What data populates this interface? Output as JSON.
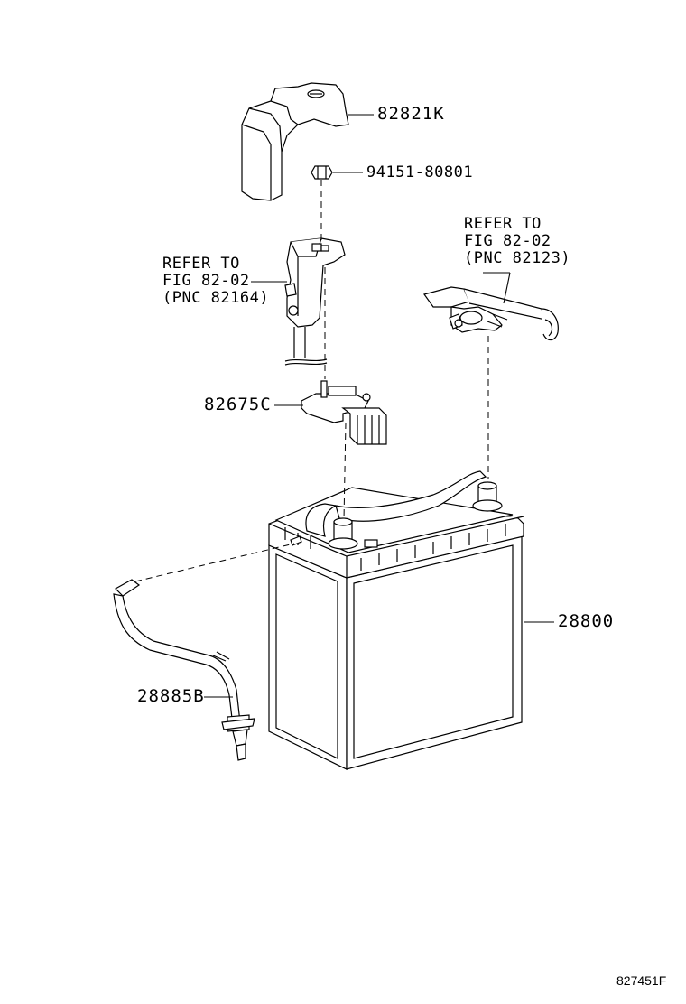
{
  "diagram_id": "827451F",
  "labels": {
    "cover": "82821K",
    "nut": "94151-80801",
    "sensor": "82675C",
    "battery": "28800",
    "hose": "28885B",
    "refer_left": {
      "line1": "REFER TO",
      "line2": "FIG 82-02",
      "line3": "(PNC 82164)"
    },
    "refer_right": {
      "line1": "REFER TO",
      "line2": "FIG 82-02",
      "line3": "(PNC 82123)"
    }
  }
}
